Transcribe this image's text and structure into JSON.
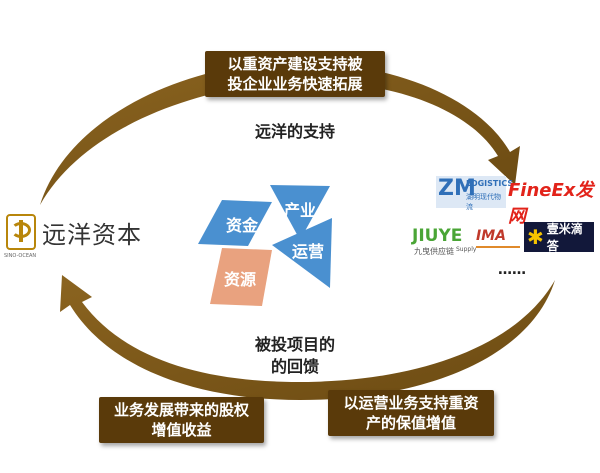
{
  "boxes": {
    "top_line1": "以重资产建设支持被",
    "top_line2": "投企业业务快速拓展",
    "bottom_left_line1": "业务发展带来的股权",
    "bottom_left_line2": "增值收益",
    "bottom_right_line1": "以运营业务支持重资",
    "bottom_right_line2": "产的保值增值"
  },
  "labels": {
    "support": "远洋的支持",
    "feedback_line1": "被投项目的",
    "feedback_line2": "的回馈",
    "ellipsis": "……"
  },
  "center": {
    "capital": "资金",
    "resources": "资源",
    "industry": "产业",
    "operation": "运营"
  },
  "company": {
    "name": "远洋资本",
    "caption": "SINO-OCEAN"
  },
  "portfolio": {
    "zm_letters": "ZM",
    "zm_en": "LOGISTICS",
    "zm_cn": "湖明现代物流",
    "fineex": "FineEx发网",
    "jiuye": "JIUYE",
    "jiuye_cn": "九曳供应链",
    "jiuye_supply": "Supply",
    "ima": "IMA",
    "yimi": "壹米滴答"
  },
  "colors": {
    "loop": "#7a5618",
    "box": "#5a3a0a",
    "blue": "#4a90d0",
    "salmon": "#e9a27f",
    "gold": "#b8860b"
  }
}
